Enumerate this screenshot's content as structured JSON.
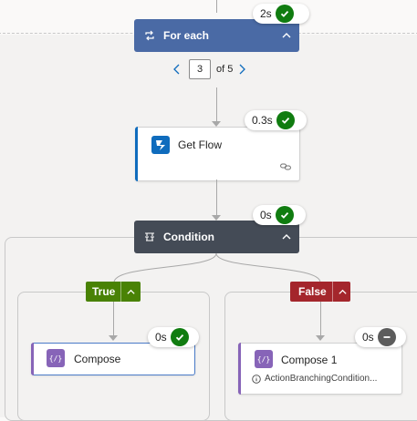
{
  "foreach": {
    "title": "For each",
    "duration": "2s",
    "pager": {
      "current": "3",
      "of_label": "of 5"
    },
    "color": "#4a6aa5"
  },
  "get_flow": {
    "title": "Get Flow",
    "duration": "0.3s",
    "icon": "power-automate-flow-icon",
    "color": "#0f6cbd"
  },
  "condition": {
    "title": "Condition",
    "duration": "0s",
    "color": "#444b56"
  },
  "branches": {
    "true": {
      "label": "True",
      "color": "#498205"
    },
    "false": {
      "label": "False",
      "color": "#a4262c"
    }
  },
  "compose": {
    "title": "Compose",
    "duration": "0s",
    "status": "succeeded",
    "color": "#8764b8"
  },
  "compose1": {
    "title": "Compose 1",
    "duration": "0s",
    "status": "skipped",
    "note": "ActionBranchingCondition...",
    "color": "#8764b8"
  }
}
